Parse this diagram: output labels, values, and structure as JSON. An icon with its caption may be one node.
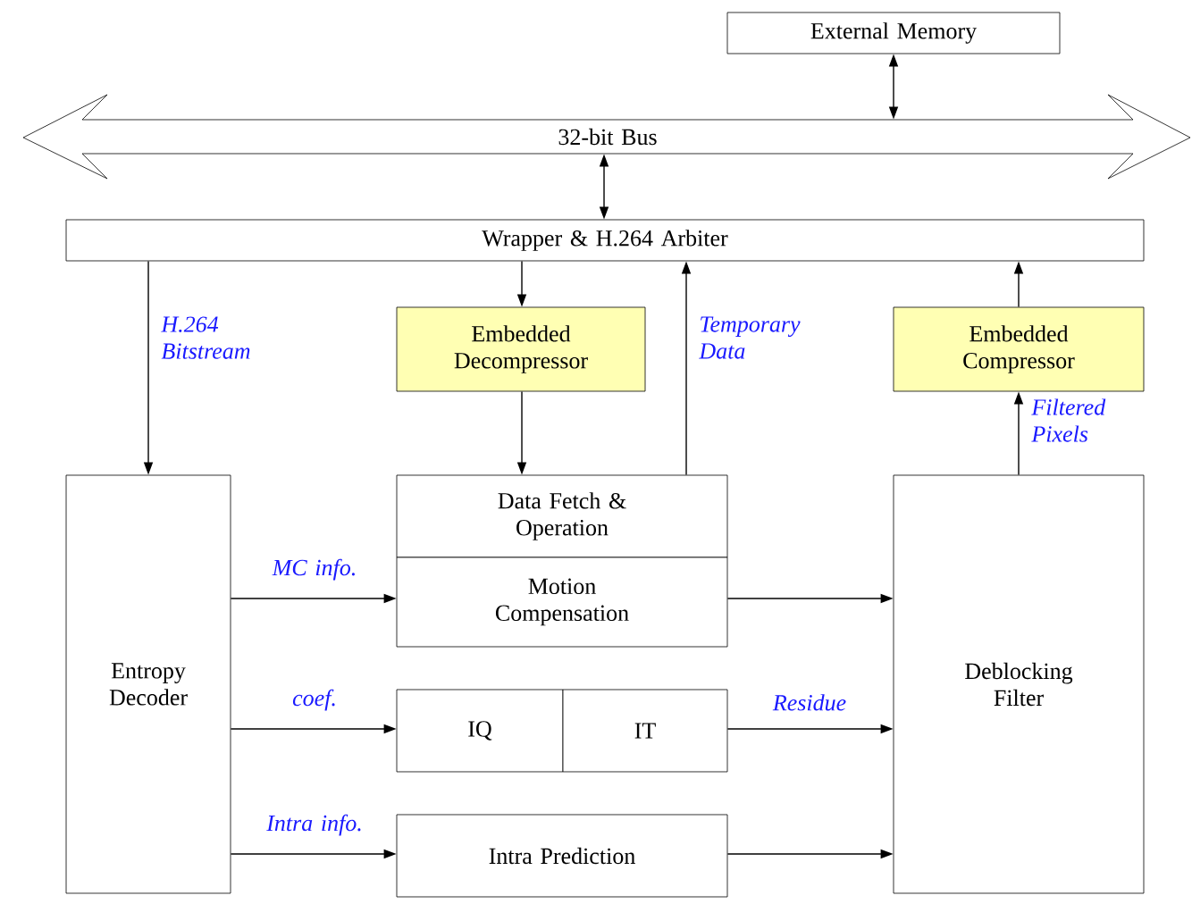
{
  "diagram": {
    "nodes": [
      {
        "text": [
          "External Memory"
        ]
      },
      {
        "text": [
          "32-bit Bus"
        ]
      },
      {
        "text": [
          "Wrapper & H.264 Arbiter"
        ]
      },
      {
        "text": [
          "Embedded Decompressor"
        ]
      },
      {
        "text": [
          "Embedded Compressor"
        ]
      },
      {
        "text": [
          "Entropy Decoder"
        ]
      },
      {
        "text": [
          "Data Fetch & Operation"
        ]
      },
      {
        "text": [
          "Motion Compensation"
        ]
      },
      {
        "text": [
          "IQ"
        ]
      },
      {
        "text": [
          "IT"
        ]
      },
      {
        "text": [
          "Intra Prediction"
        ]
      },
      {
        "text": [
          "Deblocking Filter"
        ]
      }
    ],
    "edges": [
      {
        "from": 0,
        "to": 1,
        "arrow": "both"
      },
      {
        "from": 1,
        "to": 2,
        "arrow": "both"
      },
      {
        "from": 2,
        "to": 5,
        "arrow": "to",
        "label": "H.264 Bitstream"
      },
      {
        "from": 2,
        "to": 3,
        "arrow": "to"
      },
      {
        "from": 3,
        "to": 6,
        "arrow": "to"
      },
      {
        "from": 6,
        "to": 2,
        "arrow": "to",
        "label": "Temporary Data"
      },
      {
        "from": 11,
        "to": 4,
        "arrow": "to",
        "label": "Filtered Pixels"
      },
      {
        "from": 4,
        "to": 2,
        "arrow": "to"
      },
      {
        "from": 5,
        "to": 7,
        "arrow": "to",
        "label": "MC info."
      },
      {
        "from": 7,
        "to": 11,
        "arrow": "to"
      },
      {
        "from": 5,
        "to": 8,
        "arrow": "to",
        "label": "coef."
      },
      {
        "from": 9,
        "to": 11,
        "arrow": "to",
        "label": "Residue"
      },
      {
        "from": 5,
        "to": 10,
        "arrow": "to",
        "label": "Intra info."
      },
      {
        "from": 10,
        "to": 11,
        "arrow": "to"
      }
    ]
  }
}
